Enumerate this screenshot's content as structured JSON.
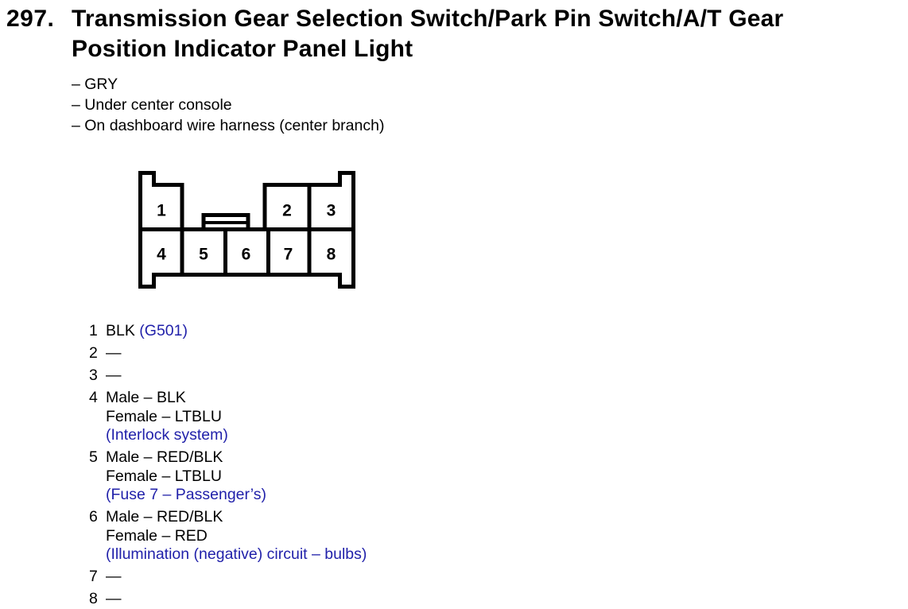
{
  "colors": {
    "background": "#ffffff",
    "text": "#000000",
    "accent_blue": "#2121aa",
    "diagram_line": "#000000"
  },
  "header": {
    "item_number": "297.",
    "title_lines": [
      "Transmission Gear Selection Switch/Park Pin Switch/A/T Gear",
      "Position Indicator Panel Light"
    ],
    "details": [
      "– GRY",
      "– Under center console",
      "– On dashboard wire harness (center branch)"
    ]
  },
  "connector": {
    "description": "8-cavity connector, front view",
    "pins": [
      "1",
      "2",
      "3",
      "4",
      "5",
      "6",
      "7",
      "8"
    ]
  },
  "pin_list": [
    {
      "pin": "1",
      "rows": [
        {
          "black": "BLK ",
          "blue": "(G501)"
        }
      ]
    },
    {
      "pin": "2",
      "rows": [
        {
          "black": "—"
        }
      ]
    },
    {
      "pin": "3",
      "rows": [
        {
          "black": "—"
        }
      ]
    },
    {
      "pin": "4",
      "rows": [
        {
          "black": "Male – BLK"
        },
        {
          "black": "Female – LTBLU"
        },
        {
          "blue": "(Interlock system)"
        }
      ]
    },
    {
      "pin": "5",
      "rows": [
        {
          "black": "Male – RED/BLK"
        },
        {
          "black": "Female – LTBLU"
        },
        {
          "blue": "(Fuse 7 – Passenger’s)"
        }
      ]
    },
    {
      "pin": "6",
      "rows": [
        {
          "black": "Male – RED/BLK"
        },
        {
          "black": "Female – RED"
        },
        {
          "blue": "(Illumination (negative) circuit – bulbs)"
        }
      ]
    },
    {
      "pin": "7",
      "rows": [
        {
          "black": "—"
        }
      ]
    },
    {
      "pin": "8",
      "rows": [
        {
          "black": "—"
        }
      ]
    }
  ]
}
